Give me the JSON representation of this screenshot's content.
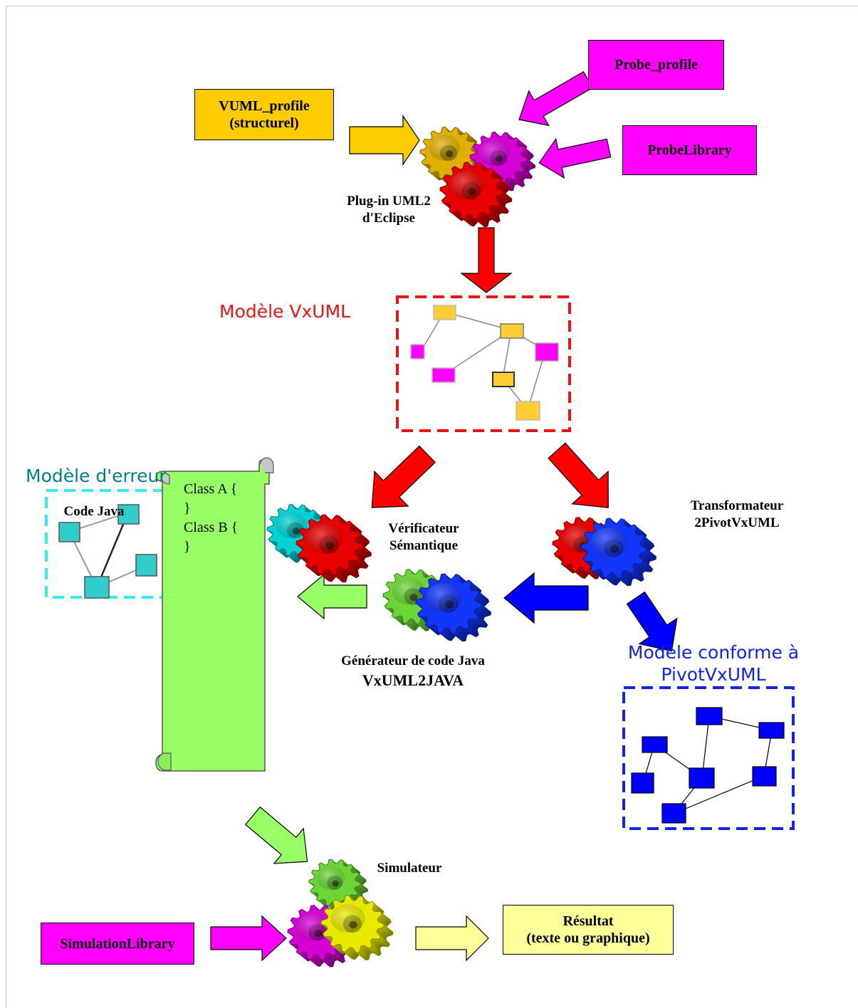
{
  "colors": {
    "magenta": "#ff00ff",
    "gold": "#ffcc00",
    "red": "#ff0000",
    "cyan": "#33ffff",
    "blue": "#0000ff",
    "lightgreen": "#99ff66",
    "paleyellow": "#ffff99",
    "teal": "#008080"
  },
  "boxes": {
    "probe_profile": "Probe_profile",
    "vuml_profile": "VUML_profile\n(structurel)",
    "probe_library": "ProbeLibrary",
    "simulation_library": "SimulationLibrary",
    "resultat": "Résultat\n(texte ou graphique)"
  },
  "labels": {
    "plugin": "Plug-in UML2\nd'Eclipse",
    "verificateur": "Vérificateur\nSémantique",
    "transformateur": "Transformateur\n2PivotVxUML",
    "generateur_line1": "Générateur de code Java",
    "generateur_line2": "VxUML2JAVA",
    "code_java": "Code Java",
    "simulateur": "Simulateur"
  },
  "models": {
    "vxuml": "Modèle VxUML",
    "erreur": "Modèle d'erreur",
    "pivot": "Modèle conforme à\nPivotVxUML"
  },
  "code_lines": [
    "Class A {",
    "}",
    "Class B {",
    "}"
  ],
  "icons": [
    "gear-icon",
    "code-scroll-icon",
    "arrow-icon"
  ]
}
